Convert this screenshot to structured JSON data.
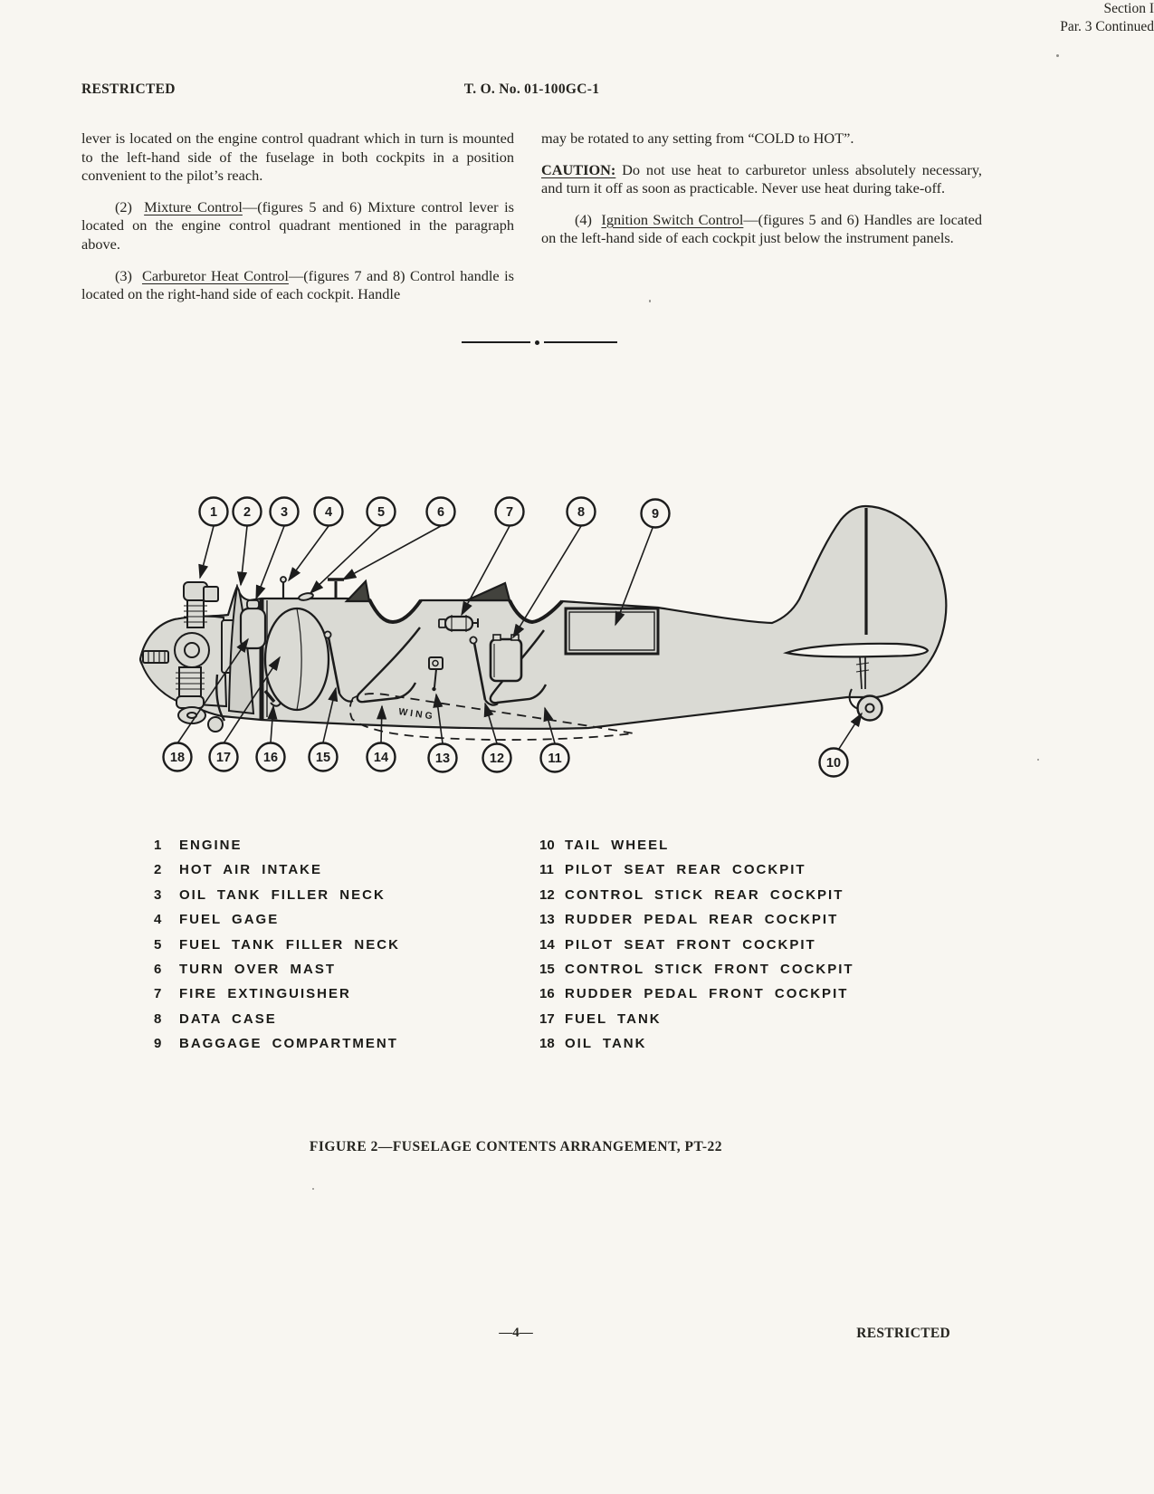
{
  "colors": {
    "paper": "#f8f6f1",
    "ink": "#1c1c1c",
    "diagram_fill": "#dadad4"
  },
  "header": {
    "left": "RESTRICTED",
    "center": "T. O. No.  01-100GC-1",
    "right_line1": "Section I",
    "right_line2": "Par. 3 Continued"
  },
  "body": {
    "left_column": {
      "para1": "lever is located on the engine control quadrant which in turn is mounted to the left-hand side of the fuselage in both cockpits in a position convenient to the pilot’s reach.",
      "para2": {
        "number": "(2)",
        "title": "Mixture Control",
        "rest": "—(figures 5 and 6)  Mixture control lever is located on the engine control quadrant mentioned in the paragraph above."
      },
      "para3": {
        "number": "(3)",
        "title": "Carburetor Heat Control",
        "rest": "—(figures 7 and 8)  Control handle is located on the right-hand side of each cockpit.  Handle"
      }
    },
    "right_column": {
      "para1": "may be rotated to any setting from “COLD to HOT”.",
      "caution": {
        "label": "CAUTION:",
        "text": " Do not use heat to carburetor unless absolutely necessary, and turn it off as soon as practicable.  Never use heat during take-off."
      },
      "para4": {
        "number": "(4)",
        "title": "Ignition Switch Control",
        "rest": "—(figures 5 and 6)  Handles are located on the left-hand side of each cockpit just below the instrument panels."
      }
    }
  },
  "figure": {
    "wing_label": "WING",
    "caption": "FIGURE 2—FUSELAGE CONTENTS ARRANGEMENT, PT-22",
    "callout_numbers_top": [
      "1",
      "2",
      "3",
      "4",
      "5",
      "6",
      "7",
      "8",
      "9"
    ],
    "callout_numbers_bottom": [
      "18",
      "17",
      "16",
      "15",
      "14",
      "13",
      "12",
      "11",
      "10"
    ],
    "legend_left": [
      {
        "num": "1",
        "label": "ENGINE"
      },
      {
        "num": "2",
        "label": "HOT AIR INTAKE"
      },
      {
        "num": "3",
        "label": "OIL TANK FILLER NECK"
      },
      {
        "num": "4",
        "label": "FUEL GAGE"
      },
      {
        "num": "5",
        "label": "FUEL TANK FILLER NECK"
      },
      {
        "num": "6",
        "label": "TURN OVER MAST"
      },
      {
        "num": "7",
        "label": "FIRE EXTINGUISHER"
      },
      {
        "num": "8",
        "label": "DATA CASE"
      },
      {
        "num": "9",
        "label": "BAGGAGE COMPARTMENT"
      }
    ],
    "legend_right": [
      {
        "num": "10",
        "label": "TAIL WHEEL"
      },
      {
        "num": "11",
        "label": "PILOT SEAT REAR COCKPIT"
      },
      {
        "num": "12",
        "label": "CONTROL STICK REAR COCKPIT"
      },
      {
        "num": "13",
        "label": "RUDDER PEDAL REAR COCKPIT"
      },
      {
        "num": "14",
        "label": "PILOT SEAT FRONT COCKPIT"
      },
      {
        "num": "15",
        "label": "CONTROL STICK FRONT COCKPIT"
      },
      {
        "num": "16",
        "label": "RUDDER PEDAL FRONT COCKPIT"
      },
      {
        "num": "17",
        "label": "FUEL TANK"
      },
      {
        "num": "18",
        "label": "OIL TANK"
      }
    ]
  },
  "footer": {
    "page_number": "—4—",
    "right": "RESTRICTED"
  }
}
